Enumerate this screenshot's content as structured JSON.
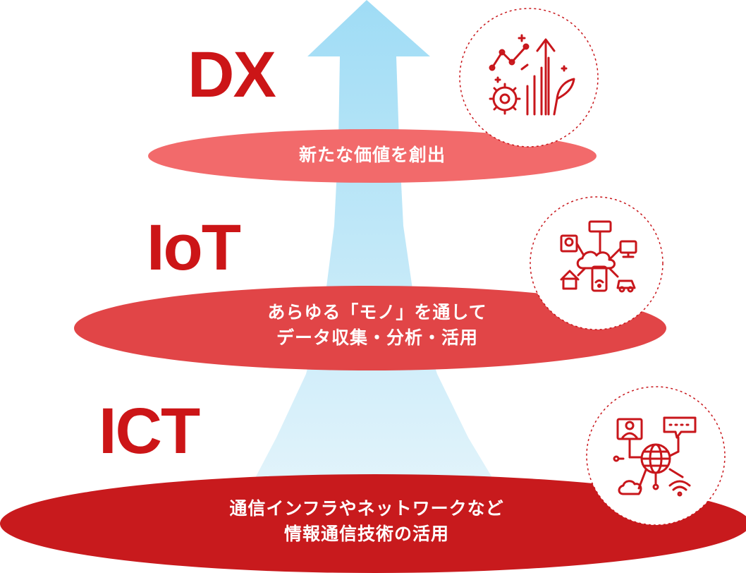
{
  "colors": {
    "arrow_top": "#9fdcf5",
    "arrow_bottom": "#e3f4fb",
    "dx_label": "#cc1517",
    "iot_label": "#cc1517",
    "ict_label": "#cc1517",
    "dx_ellipse": "#f26a6b",
    "iot_ellipse": "#e14547",
    "ict_ellipse": "#c81a1d",
    "icon_stroke": "#c8161b",
    "circle_border": "#c8161b"
  },
  "levels": [
    {
      "label": "DX",
      "description_lines": [
        "新たな価値を創出"
      ],
      "icon": "growth-chart-gear-icon"
    },
    {
      "label": "IoT",
      "description_lines": [
        "あらゆる「モノ」を通して",
        "データ収集・分析・活用"
      ],
      "icon": "connected-devices-icon"
    },
    {
      "label": "ICT",
      "description_lines": [
        "通信インフラやネットワークなど",
        "情報通信技術の活用"
      ],
      "icon": "network-communication-icon"
    }
  ]
}
